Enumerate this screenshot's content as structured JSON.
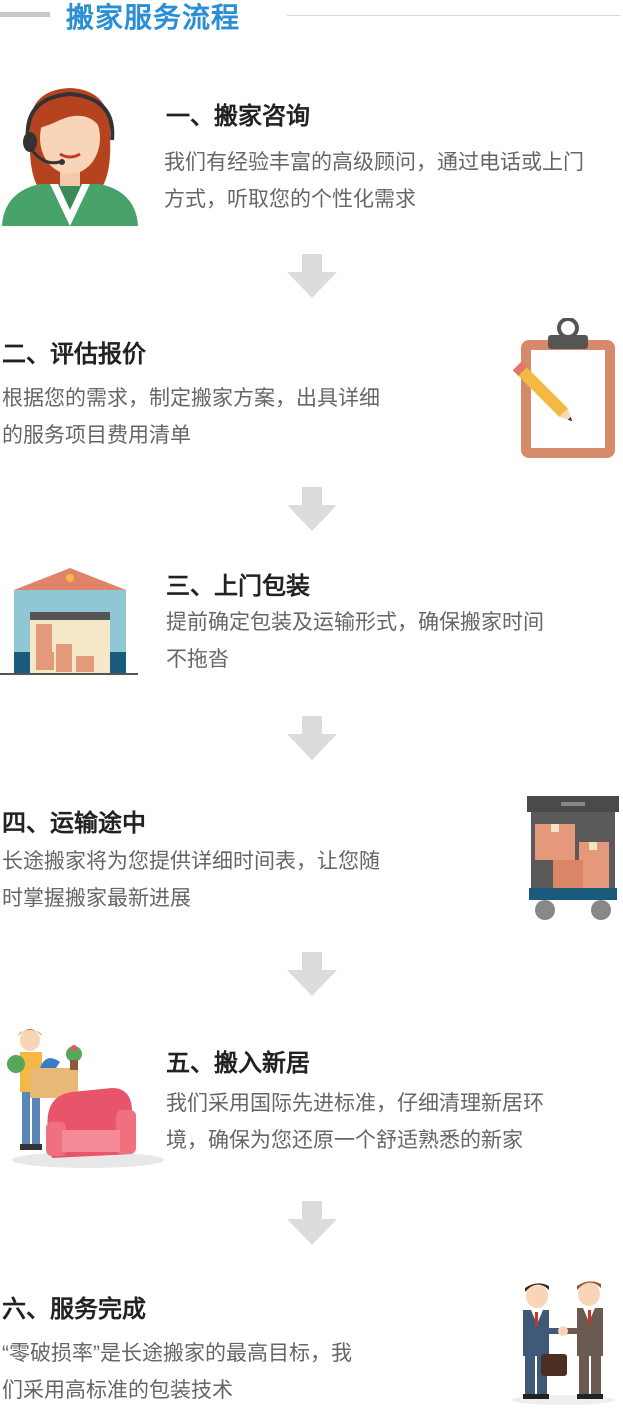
{
  "header": {
    "title": "搬家服务流程"
  },
  "steps": [
    {
      "title": "一、搬家咨询",
      "desc_lines": [
        "我们有经验丰富的高级顾问，通过电话或上门",
        "方式，听取您的个性化需求"
      ]
    },
    {
      "title": "二、评估报价",
      "desc_lines": [
        "根据您的需求，制定搬家方案，出具详细",
        "的服务项目费用清单"
      ]
    },
    {
      "title": "三、上门包装",
      "desc_lines": [
        "提前确定包装及运输形式，确保搬家时间",
        "不拖沓"
      ]
    },
    {
      "title": "四、运输途中",
      "desc_lines": [
        "长途搬家将为您提供详细时间表，让您随",
        "时掌握搬家最新进展"
      ]
    },
    {
      "title": "五、搬入新居",
      "desc_lines": [
        "我们采用国际先进标准，仔细清理新居环",
        "境，确保为您还原一个舒适熟悉的新家"
      ]
    },
    {
      "title": "六、服务完成",
      "desc_lines": [
        "“零破损率”是长途搬家的最高目标，我",
        "们采用高标准的包装技术"
      ]
    }
  ],
  "icons": [
    "consultant-icon",
    "clipboard-icon",
    "warehouse-icon",
    "truck-icon",
    "moving-woman-icon",
    "handshake-icon",
    "down-arrow-icon"
  ]
}
